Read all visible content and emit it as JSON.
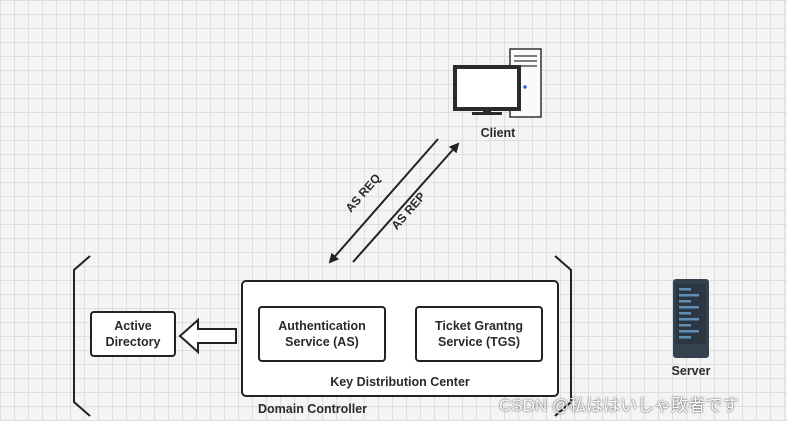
{
  "client": {
    "label": "Client",
    "icon": "client-computer-icon"
  },
  "server": {
    "label": "Server",
    "icon": "server-rack-icon"
  },
  "arrows": {
    "request_label": "AS REQ",
    "reply_label": "AS REP"
  },
  "active_directory": {
    "line1": "Active",
    "line2": "Directory"
  },
  "kdc": {
    "label": "Key Distribution Center",
    "as": {
      "line1": "Authentication",
      "line2": "Service (AS)"
    },
    "tgs": {
      "line1": "Ticket Grantng",
      "line2": "Service (TGS)"
    }
  },
  "domain_controller": {
    "label": "Domain Controller"
  },
  "watermark": "CSDN @私ははいしゃ敗者です",
  "colors": {
    "monitor_bezel": "#2b2b2b",
    "server_body": "#35414f",
    "server_slots": "#5f8fb5",
    "line": "#222222"
  }
}
